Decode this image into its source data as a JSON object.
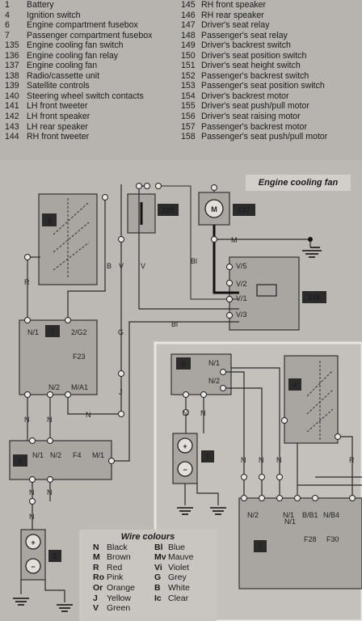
{
  "legend": {
    "left": [
      {
        "n": "1",
        "t": "Battery"
      },
      {
        "n": "4",
        "t": "Ignition switch"
      },
      {
        "n": "6",
        "t": "Engine compartment fusebox"
      },
      {
        "n": "7",
        "t": "Passenger compartment fusebox"
      },
      {
        "n": "135",
        "t": "Engine cooling fan switch"
      },
      {
        "n": "136",
        "t": "Engine cooling fan relay"
      },
      {
        "n": "137",
        "t": "Engine cooling fan"
      },
      {
        "n": "138",
        "t": "Radio/cassette unit"
      },
      {
        "n": "139",
        "t": "Satellite controls"
      },
      {
        "n": "140",
        "t": "Steering wheel switch contacts"
      },
      {
        "n": "141",
        "t": "LH front tweeter"
      },
      {
        "n": "142",
        "t": "LH front speaker"
      },
      {
        "n": "143",
        "t": "LH rear speaker"
      },
      {
        "n": "144",
        "t": "RH front tweeter"
      }
    ],
    "right": [
      {
        "n": "145",
        "t": "RH front speaker"
      },
      {
        "n": "146",
        "t": "RH rear speaker"
      },
      {
        "n": "147",
        "t": "Driver's seat relay"
      },
      {
        "n": "148",
        "t": "Passenger's seat relay"
      },
      {
        "n": "149",
        "t": "Driver's backrest switch"
      },
      {
        "n": "150",
        "t": "Driver's seat position switch"
      },
      {
        "n": "151",
        "t": "Driver's seat height switch"
      },
      {
        "n": "152",
        "t": "Passenger's backrest switch"
      },
      {
        "n": "153",
        "t": "Passenger's seat position switch"
      },
      {
        "n": "154",
        "t": "Driver's backrest motor"
      },
      {
        "n": "155",
        "t": "Driver's seat push/pull motor"
      },
      {
        "n": "156",
        "t": "Driver's seat raising motor"
      },
      {
        "n": "157",
        "t": "Passenger's backrest motor"
      },
      {
        "n": "158",
        "t": "Passenger's seat push/pull motor"
      }
    ]
  },
  "diagram": {
    "title": "Engine cooling fan",
    "components": {
      "c4a": "4",
      "c135": "135",
      "c137": "137",
      "c7a": "7",
      "c136": "136",
      "c6a": "6",
      "c1a": "1",
      "c6b": "6",
      "c4b": "4",
      "c1b": "1",
      "c7b": "7"
    },
    "wire_labels": {
      "B": "B",
      "V": "V",
      "V2": "V",
      "R": "R",
      "M": "M",
      "Bl": "Bl",
      "Bl2": "Bl",
      "G": "G",
      "J": "J",
      "N1": "N",
      "N2": "N",
      "N3": "N",
      "N4": "N",
      "N5": "N",
      "N6": "N",
      "N7": "N",
      "N8": "N",
      "N9": "N",
      "N10": "N",
      "N11": "N",
      "N12": "N",
      "N13": "N",
      "R2": "R"
    },
    "pins": {
      "p1": "N/1",
      "p2": "2/G2",
      "p3": "F23",
      "p4": "N/2",
      "p5": "M/A1",
      "p6": "N/1",
      "p7": "N/2",
      "p8": "F4",
      "p9": "M/1",
      "p10": "V/5",
      "p11": "V/2",
      "p12": "V/1",
      "p13": "V/3",
      "p14": "N/1",
      "p15": "N/2",
      "p16": "N/2",
      "p17": "N/1",
      "p18": "B/B1",
      "p19": "N/B4",
      "p20": "F28",
      "p21": "F30",
      "p22": "N/1",
      "p23": "M",
      "p24": "+",
      "p25": "−",
      "p26": "+",
      "p27": "−"
    }
  },
  "wire_colours": {
    "title": "Wire colours",
    "left": [
      {
        "c": "N",
        "n": "Black"
      },
      {
        "c": "M",
        "n": "Brown"
      },
      {
        "c": "R",
        "n": "Red"
      },
      {
        "c": "Ro",
        "n": "Pink"
      },
      {
        "c": "Or",
        "n": "Orange"
      },
      {
        "c": "J",
        "n": "Yellow"
      },
      {
        "c": "V",
        "n": "Green"
      }
    ],
    "right": [
      {
        "c": "Bl",
        "n": "Blue"
      },
      {
        "c": "Mv",
        "n": "Mauve"
      },
      {
        "c": "Vi",
        "n": "Violet"
      },
      {
        "c": "G",
        "n": "Grey"
      },
      {
        "c": "B",
        "n": "White"
      },
      {
        "c": "Ic",
        "n": "Clear"
      }
    ]
  }
}
